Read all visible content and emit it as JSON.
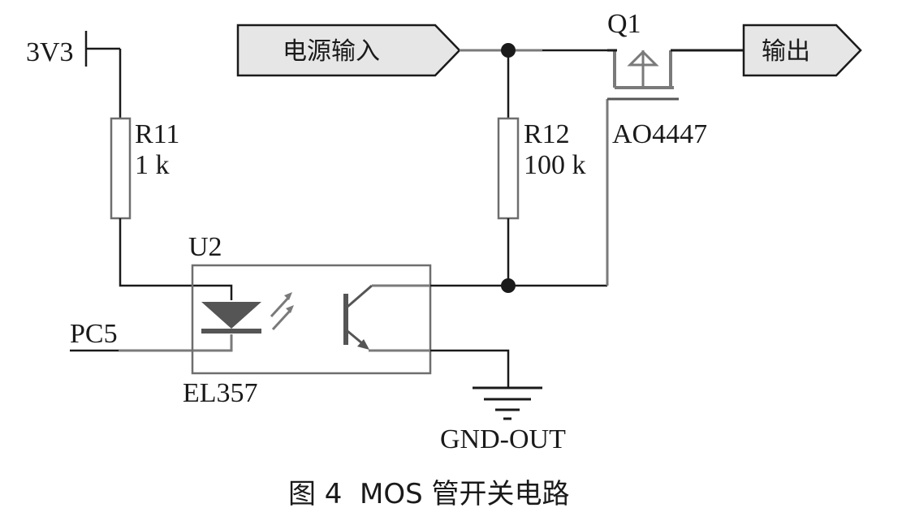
{
  "caption": "图 4  MOS 管开关电路",
  "labels": {
    "supply": "3V3",
    "pc5": "PC5",
    "gnd": "GND-OUT",
    "u2_ref": "U2",
    "u2_part": "EL357",
    "r11_ref": "R11",
    "r11_val": "1 k",
    "r12_ref": "R12",
    "r12_val": "100 k",
    "q1_ref": "Q1",
    "q1_part": "AO4447"
  },
  "ports": {
    "input": "电源输入",
    "output": "输出"
  }
}
